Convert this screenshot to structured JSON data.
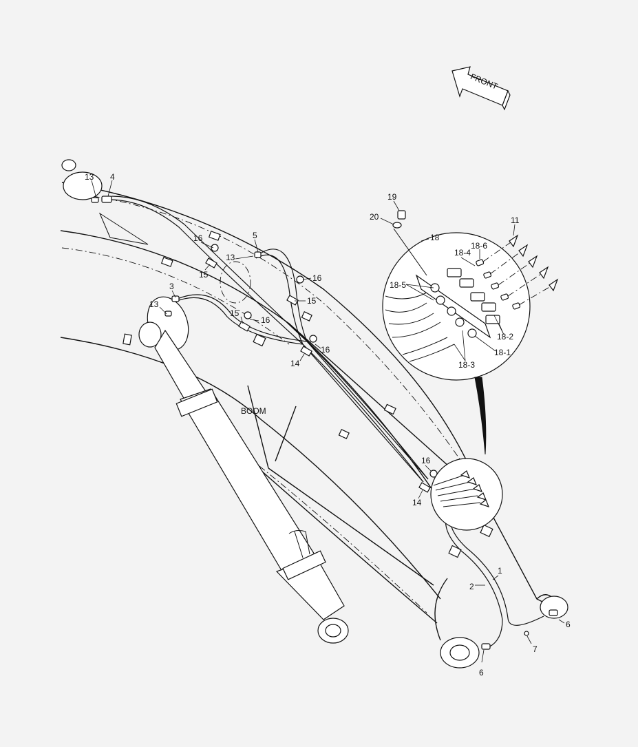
{
  "direction_arrow": {
    "text": "FRONT"
  },
  "boom_label": "BOOM",
  "callouts": {
    "c1": "1",
    "c2": "2",
    "c3": "3",
    "c4": "4",
    "c5": "5",
    "c6a": "6",
    "c6b": "6",
    "c7": "7",
    "c11": "11",
    "c13a": "13",
    "c13b": "13",
    "c13c": "13",
    "c14a": "14",
    "c14b": "14",
    "c15a": "15",
    "c15b": "15",
    "c15c": "15",
    "c16a": "16",
    "c16b": "16",
    "c16c": "16",
    "c16d": "16",
    "c16e": "16",
    "c18": "18",
    "c18_1": "18-1",
    "c18_2": "18-2",
    "c18_3": "18-3",
    "c18_4": "18-4",
    "c18_5": "18-5",
    "c18_6": "18-6",
    "c19": "19",
    "c20": "20"
  }
}
